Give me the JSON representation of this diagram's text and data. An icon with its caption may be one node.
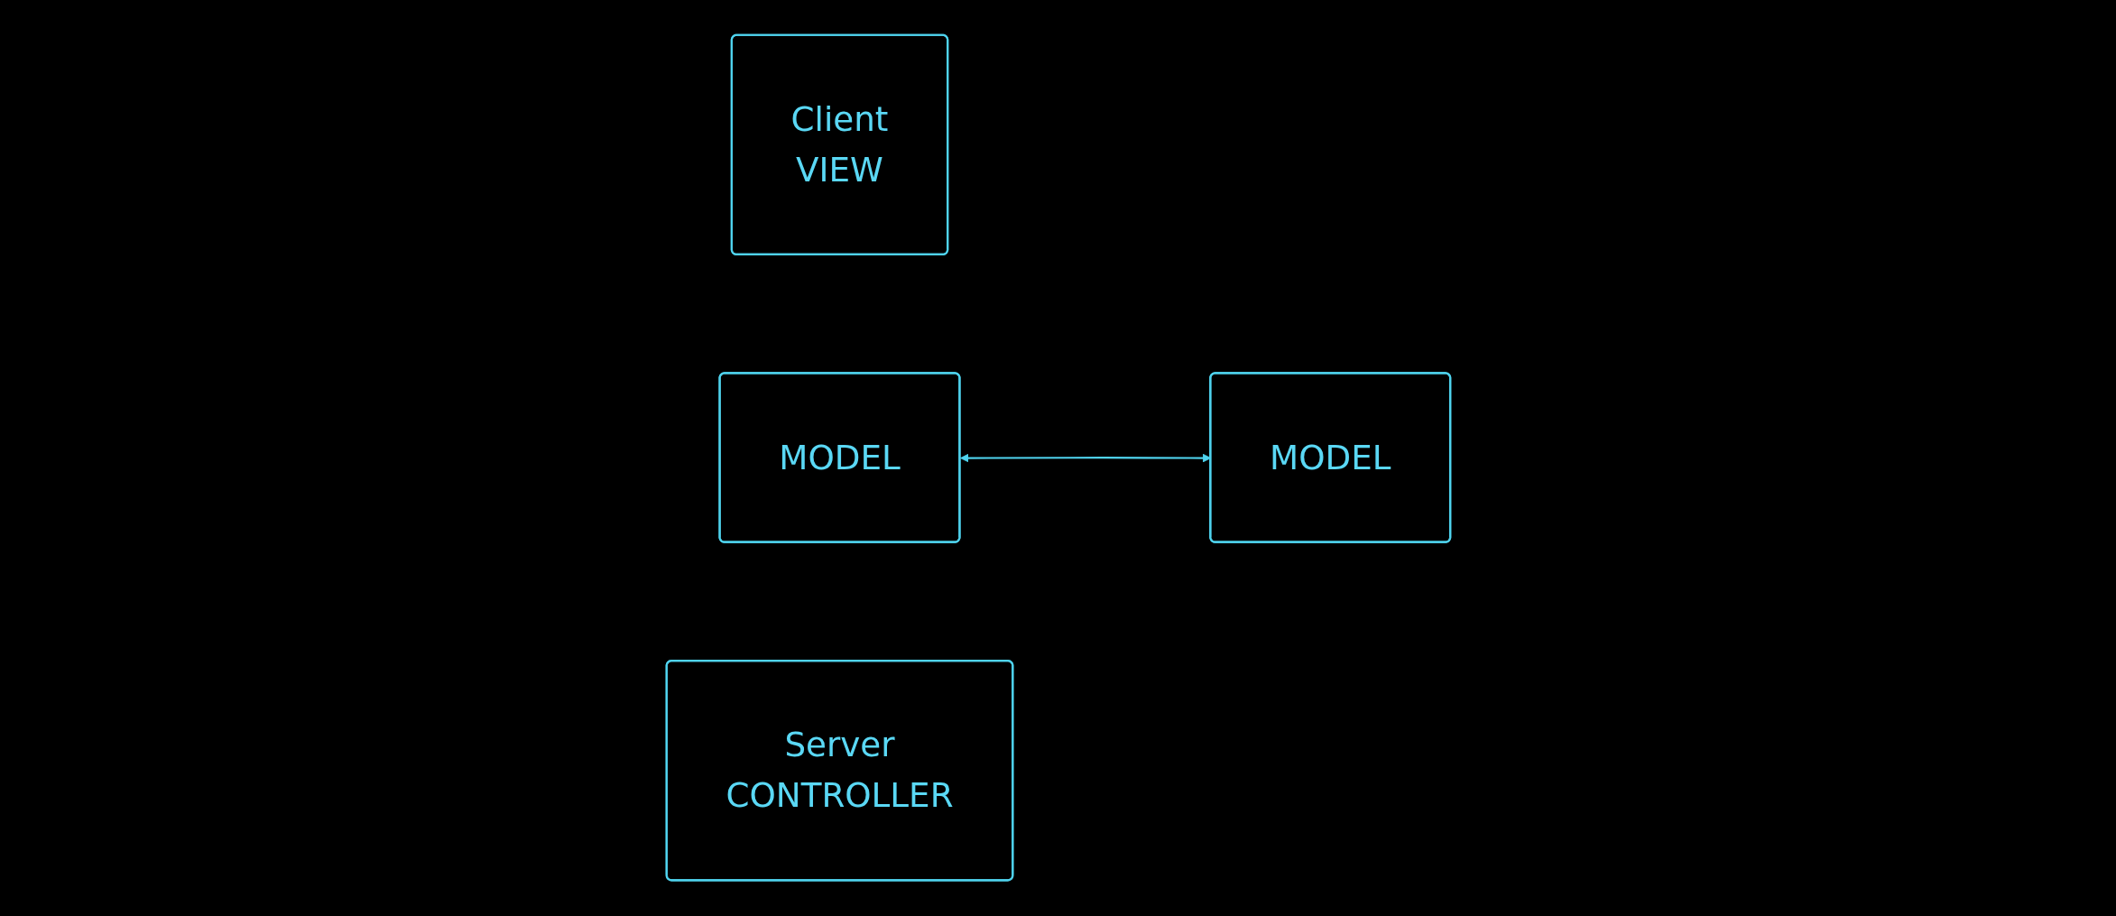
{
  "diagram": {
    "nodes": [
      {
        "text": [
          "Client",
          "VIEW"
        ]
      },
      {
        "text": [
          "MODEL"
        ]
      },
      {
        "text": [
          "Server",
          "CONTROLLER"
        ]
      },
      {
        "text": [
          "MODEL"
        ]
      }
    ],
    "edges": [
      {
        "from": 1,
        "to": 3,
        "arrow": "both"
      }
    ]
  }
}
